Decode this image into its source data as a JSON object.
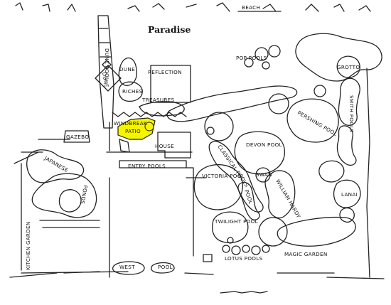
{
  "map": {
    "title": "Paradise",
    "labels": {
      "beach": "BEACH",
      "dune": "DUNE",
      "dune_pool": "DUNE POOL",
      "reflection": "REFLECTION",
      "riches": "RICHES",
      "treasures": "TREASURES",
      "windbreak": "WINDBREAK",
      "patio": "PATIO",
      "gazebo": "GAZEBO",
      "house": "HOUSE",
      "entry_pools": "ENTRY POOLS",
      "japanese": "JAPANESE",
      "ponds": "PONDS",
      "kitchen_garden": "KITCHEN GARDEN",
      "pop_pools": "POP POOLS",
      "grotto": "GROTTO",
      "smith_pools": "SMITH POOLS",
      "pershing_pool": "PERSHING POOL",
      "devon_pool": "DEVON POOL",
      "classical_pools": "CLASSICAL POOLS",
      "victoria_pool": "VICTORIA POOL",
      "swan": "SWAN",
      "william_hardy": "WILLIAM HARDY",
      "lanai": "LANAI",
      "twilight_pool": "TWILIGHT POOL",
      "lotus_pools": "LOTUS POOLS",
      "magic_garden": "MAGIC GARDEN",
      "west": "WEST",
      "pool": "POOL"
    },
    "colors": {
      "ink": "#222222",
      "highlight": "#f5f500",
      "paper": "#ffffff"
    }
  }
}
